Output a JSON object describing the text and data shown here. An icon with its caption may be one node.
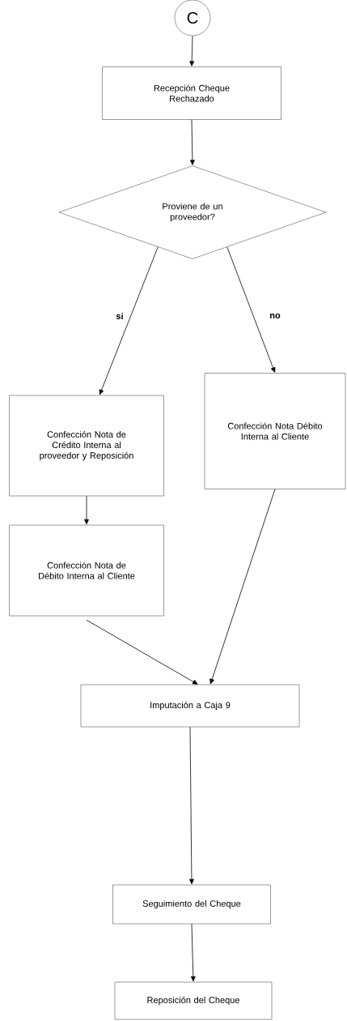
{
  "diagram": {
    "nodes": [
      {
        "text": [
          "C"
        ]
      },
      {
        "text": [
          "Recepción Cheque Rechazado"
        ]
      },
      {
        "text": [
          "Proviene de un proveedor?"
        ]
      },
      {
        "text": [
          "Confección Nota de Crédito Interna al proveedor y Reposición"
        ]
      },
      {
        "text": [
          "Confección Nota Débito Interna al Cliente"
        ]
      },
      {
        "text": [
          "Confección Nota de Débito Interna al Cliente"
        ]
      },
      {
        "text": [
          "Imputación a Caja 9"
        ]
      },
      {
        "text": [
          "Seguimiento del Cheque"
        ]
      },
      {
        "text": [
          "Reposición del Cheque"
        ]
      }
    ],
    "edges": [
      {
        "from": 0,
        "to": 1,
        "arrow": "to"
      },
      {
        "from": 1,
        "to": 2,
        "arrow": "to"
      },
      {
        "from": 2,
        "to": 3,
        "arrow": "to",
        "label": "si"
      },
      {
        "from": 2,
        "to": 4,
        "arrow": "to",
        "label": "no"
      },
      {
        "from": 3,
        "to": 5,
        "arrow": "to"
      },
      {
        "from": 5,
        "to": 6,
        "arrow": "to"
      },
      {
        "from": 4,
        "to": 6,
        "arrow": "to"
      },
      {
        "from": 6,
        "to": 7,
        "arrow": "to"
      },
      {
        "from": 7,
        "to": 8,
        "arrow": "to"
      }
    ]
  }
}
